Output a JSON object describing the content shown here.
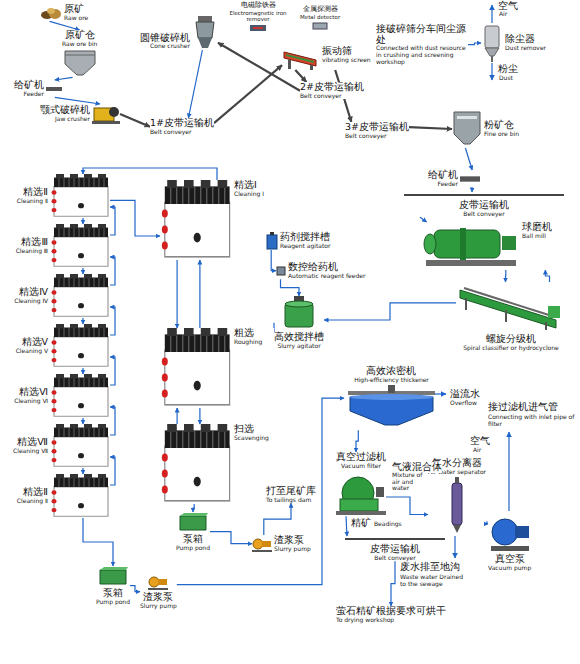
{
  "diagram": {
    "nodes": [
      {
        "text": [
          "原矿",
          "Raw ore"
        ]
      },
      {
        "text": [
          "原矿仓",
          "Raw ore bin"
        ]
      },
      {
        "text": [
          "给矿机",
          "Feeder"
        ]
      },
      {
        "text": [
          "颚式破碎机",
          "Jaw crusher"
        ]
      },
      {
        "text": [
          "圆锥破碎机",
          "Cone crusher"
        ]
      },
      {
        "text": [
          "电磁除铁器",
          "Electromagnetic iron remover"
        ]
      },
      {
        "text": [
          "1#皮带运输机",
          "Belt conveyer"
        ]
      },
      {
        "text": [
          "金属探测器",
          "Metal detector"
        ]
      },
      {
        "text": [
          "2#皮带运输机",
          "Belt conveyer"
        ]
      },
      {
        "text": [
          "振动筛",
          "vibrating screen"
        ]
      },
      {
        "text": [
          "3#皮带运输机",
          "Belt conveyer"
        ]
      },
      {
        "text": [
          "接破碎筛分车间尘源处",
          "Connected with dust resource in crushing and screening workshop"
        ]
      },
      {
        "text": [
          "除尘器",
          "Dust remover"
        ]
      },
      {
        "text": [
          "粉矿仓",
          "Fine ore bin"
        ]
      },
      {
        "text": [
          "给矿机",
          "Feeder"
        ]
      },
      {
        "text": [
          "皮带运输机",
          "Belt conveyer"
        ]
      },
      {
        "text": [
          "球磨机",
          "Ball mill"
        ]
      },
      {
        "text": [
          "螺旋分级机",
          "Spiral classifier or hydrocyclone"
        ]
      },
      {
        "text": [
          "药剂搅拌槽",
          "Reagent agitator"
        ]
      },
      {
        "text": [
          "数控给药机",
          "Automatic reagent feeder"
        ]
      },
      {
        "text": [
          "高效搅拌槽",
          "Slurry agitator"
        ]
      },
      {
        "text": [
          "精选Ⅰ",
          "Cleaning Ⅰ"
        ]
      },
      {
        "text": [
          "粗选",
          "Roughing"
        ]
      },
      {
        "text": [
          "扫选",
          "Scavenging"
        ]
      },
      {
        "text": [
          "泵箱",
          "Pump pond"
        ]
      },
      {
        "text": [
          "渣浆泵",
          "Slurry pump"
        ]
      },
      {
        "text": [
          "打至尾矿库",
          "To tailings dam"
        ]
      },
      {
        "text": [
          "精选Ⅱ",
          "Cleaning Ⅱ"
        ]
      },
      {
        "text": [
          "精选Ⅲ",
          "Cleaning Ⅲ"
        ]
      },
      {
        "text": [
          "精选Ⅳ",
          "Cleaning Ⅳ"
        ]
      },
      {
        "text": [
          "精选Ⅴ",
          "Cleaning Ⅴ"
        ]
      },
      {
        "text": [
          "精选Ⅵ",
          "Cleaning Ⅵ"
        ]
      },
      {
        "text": [
          "精选Ⅶ",
          "Cleaning Ⅶ"
        ]
      },
      {
        "text": [
          "精选Ⅱ",
          "Cleaning Ⅱ"
        ]
      },
      {
        "text": [
          "泵箱",
          "Pump pond"
        ]
      },
      {
        "text": [
          "渣浆泵",
          "Slurry pump"
        ]
      },
      {
        "text": [
          "高效浓密机",
          "High-efficiency thickener"
        ]
      },
      {
        "text": [
          "真空过滤机",
          "Vacuum filter"
        ]
      },
      {
        "text": [
          "气水分离器",
          "Air water separator"
        ]
      },
      {
        "text": [
          "真空泵",
          "Vacuum pump"
        ]
      },
      {
        "text": [
          "皮带运输机",
          "Belt conveyer"
        ]
      },
      {
        "text": [
          "萤石精矿根据要求可烘干",
          "To drying workshop"
        ]
      }
    ],
    "edges": [
      {
        "from": 0,
        "to": 1,
        "arrow": "to"
      },
      {
        "from": 1,
        "to": 2,
        "arrow": "to"
      },
      {
        "from": 2,
        "to": 3,
        "arrow": "to"
      },
      {
        "from": 3,
        "to": 6,
        "arrow": "to"
      },
      {
        "from": 6,
        "to": 9,
        "arrow": "to"
      },
      {
        "from": 9,
        "to": 8,
        "arrow": "to"
      },
      {
        "from": 8,
        "to": 4,
        "arrow": "to"
      },
      {
        "from": 4,
        "to": 6,
        "arrow": "to"
      },
      {
        "from": 9,
        "to": 10,
        "arrow": "to"
      },
      {
        "from": 10,
        "to": 13,
        "arrow": "to"
      },
      {
        "from": 11,
        "to": 12,
        "arrow": "to"
      },
      {
        "from": 13,
        "to": 14,
        "arrow": "to"
      },
      {
        "from": 14,
        "to": 15,
        "arrow": "to"
      },
      {
        "from": 15,
        "to": 16,
        "arrow": "to"
      },
      {
        "from": 16,
        "to": 17,
        "arrow": "to"
      },
      {
        "from": 17,
        "to": 16,
        "arrow": "to"
      },
      {
        "from": 17,
        "to": 20,
        "arrow": "to"
      },
      {
        "from": 18,
        "to": 19,
        "arrow": "to"
      },
      {
        "from": 19,
        "to": 20,
        "arrow": "to"
      },
      {
        "from": 20,
        "to": 22,
        "arrow": "to"
      },
      {
        "from": 22,
        "to": 21,
        "arrow": "to"
      },
      {
        "from": 21,
        "to": 22,
        "arrow": "to"
      },
      {
        "from": 22,
        "to": 23,
        "arrow": "to"
      },
      {
        "from": 23,
        "to": 22,
        "arrow": "to"
      },
      {
        "from": 23,
        "to": 24,
        "arrow": "to"
      },
      {
        "from": 24,
        "to": 25,
        "arrow": "to"
      },
      {
        "from": 25,
        "to": 26,
        "arrow": "to"
      },
      {
        "from": 21,
        "to": 27,
        "arrow": "to"
      },
      {
        "from": 27,
        "to": 21,
        "arrow": "to"
      },
      {
        "from": 27,
        "to": 28,
        "arrow": "to"
      },
      {
        "from": 28,
        "to": 29,
        "arrow": "to"
      },
      {
        "from": 29,
        "to": 30,
        "arrow": "to"
      },
      {
        "from": 30,
        "to": 31,
        "arrow": "to"
      },
      {
        "from": 31,
        "to": 32,
        "arrow": "to"
      },
      {
        "from": 32,
        "to": 33,
        "arrow": "to"
      },
      {
        "from": 28,
        "to": 27,
        "arrow": "to"
      },
      {
        "from": 29,
        "to": 28,
        "arrow": "to"
      },
      {
        "from": 30,
        "to": 29,
        "arrow": "to"
      },
      {
        "from": 31,
        "to": 30,
        "arrow": "to"
      },
      {
        "from": 32,
        "to": 31,
        "arrow": "to"
      },
      {
        "from": 33,
        "to": 32,
        "arrow": "to"
      },
      {
        "from": 33,
        "to": 34,
        "arrow": "to"
      },
      {
        "from": 34,
        "to": 35,
        "arrow": "to"
      },
      {
        "from": 35,
        "to": 36,
        "arrow": "to"
      },
      {
        "from": 36,
        "to": 37,
        "arrow": "to"
      },
      {
        "from": 37,
        "to": 40,
        "arrow": "to"
      },
      {
        "from": 40,
        "to": 41,
        "arrow": "to"
      },
      {
        "from": 37,
        "to": 38,
        "arrow": "to"
      },
      {
        "from": 38,
        "to": 39,
        "arrow": "to"
      }
    ],
    "labels": [
      "空气",
      "Air",
      "粉尘",
      "Dust",
      "溢流水",
      "Overflow",
      "气液混合体",
      "Mixture of air and water",
      "精矿",
      "Beadings",
      "空气",
      "Air",
      "接过滤机进气管",
      "Connecting with inlet pipe of filter",
      "废水排至地沟",
      "Waste water Drained to the sewage"
    ]
  }
}
